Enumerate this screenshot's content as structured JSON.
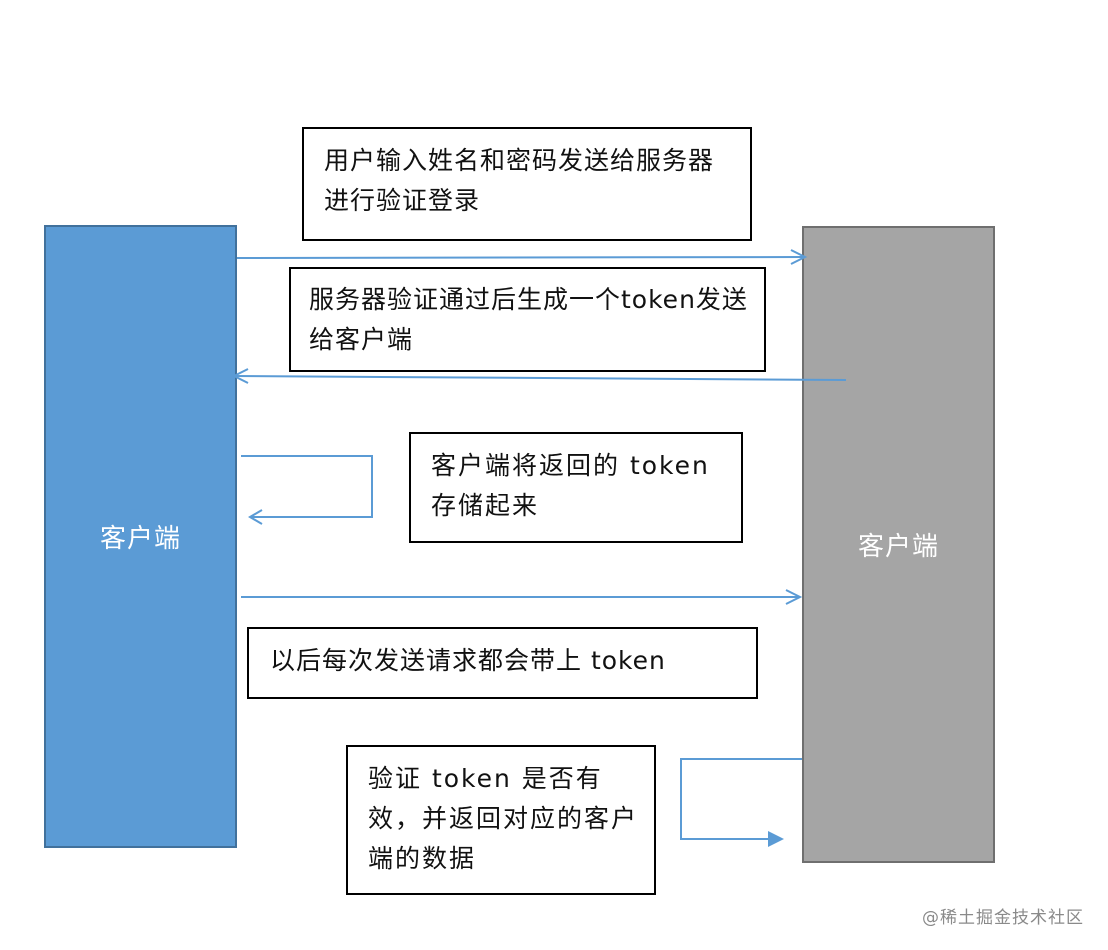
{
  "colors": {
    "client_left_fill": "#5b9bd5",
    "client_right_fill": "#a5a5a5",
    "arrow_color": "#5b9bd5"
  },
  "nodes": {
    "client_left_label": "客户端",
    "client_right_label": "客户端"
  },
  "notes": {
    "step1": "用户输入姓名和密码发送给服务器进行验证登录",
    "step2": "服务器验证通过后生成一个token发送给客户端",
    "step3": "客户端将返回的 token 存储起来",
    "step4": "以后每次发送请求都会带上 token",
    "step5": "验证 token 是否有效，并返回对应的客户端的数据"
  },
  "watermark": "@稀土掘金技术社区"
}
